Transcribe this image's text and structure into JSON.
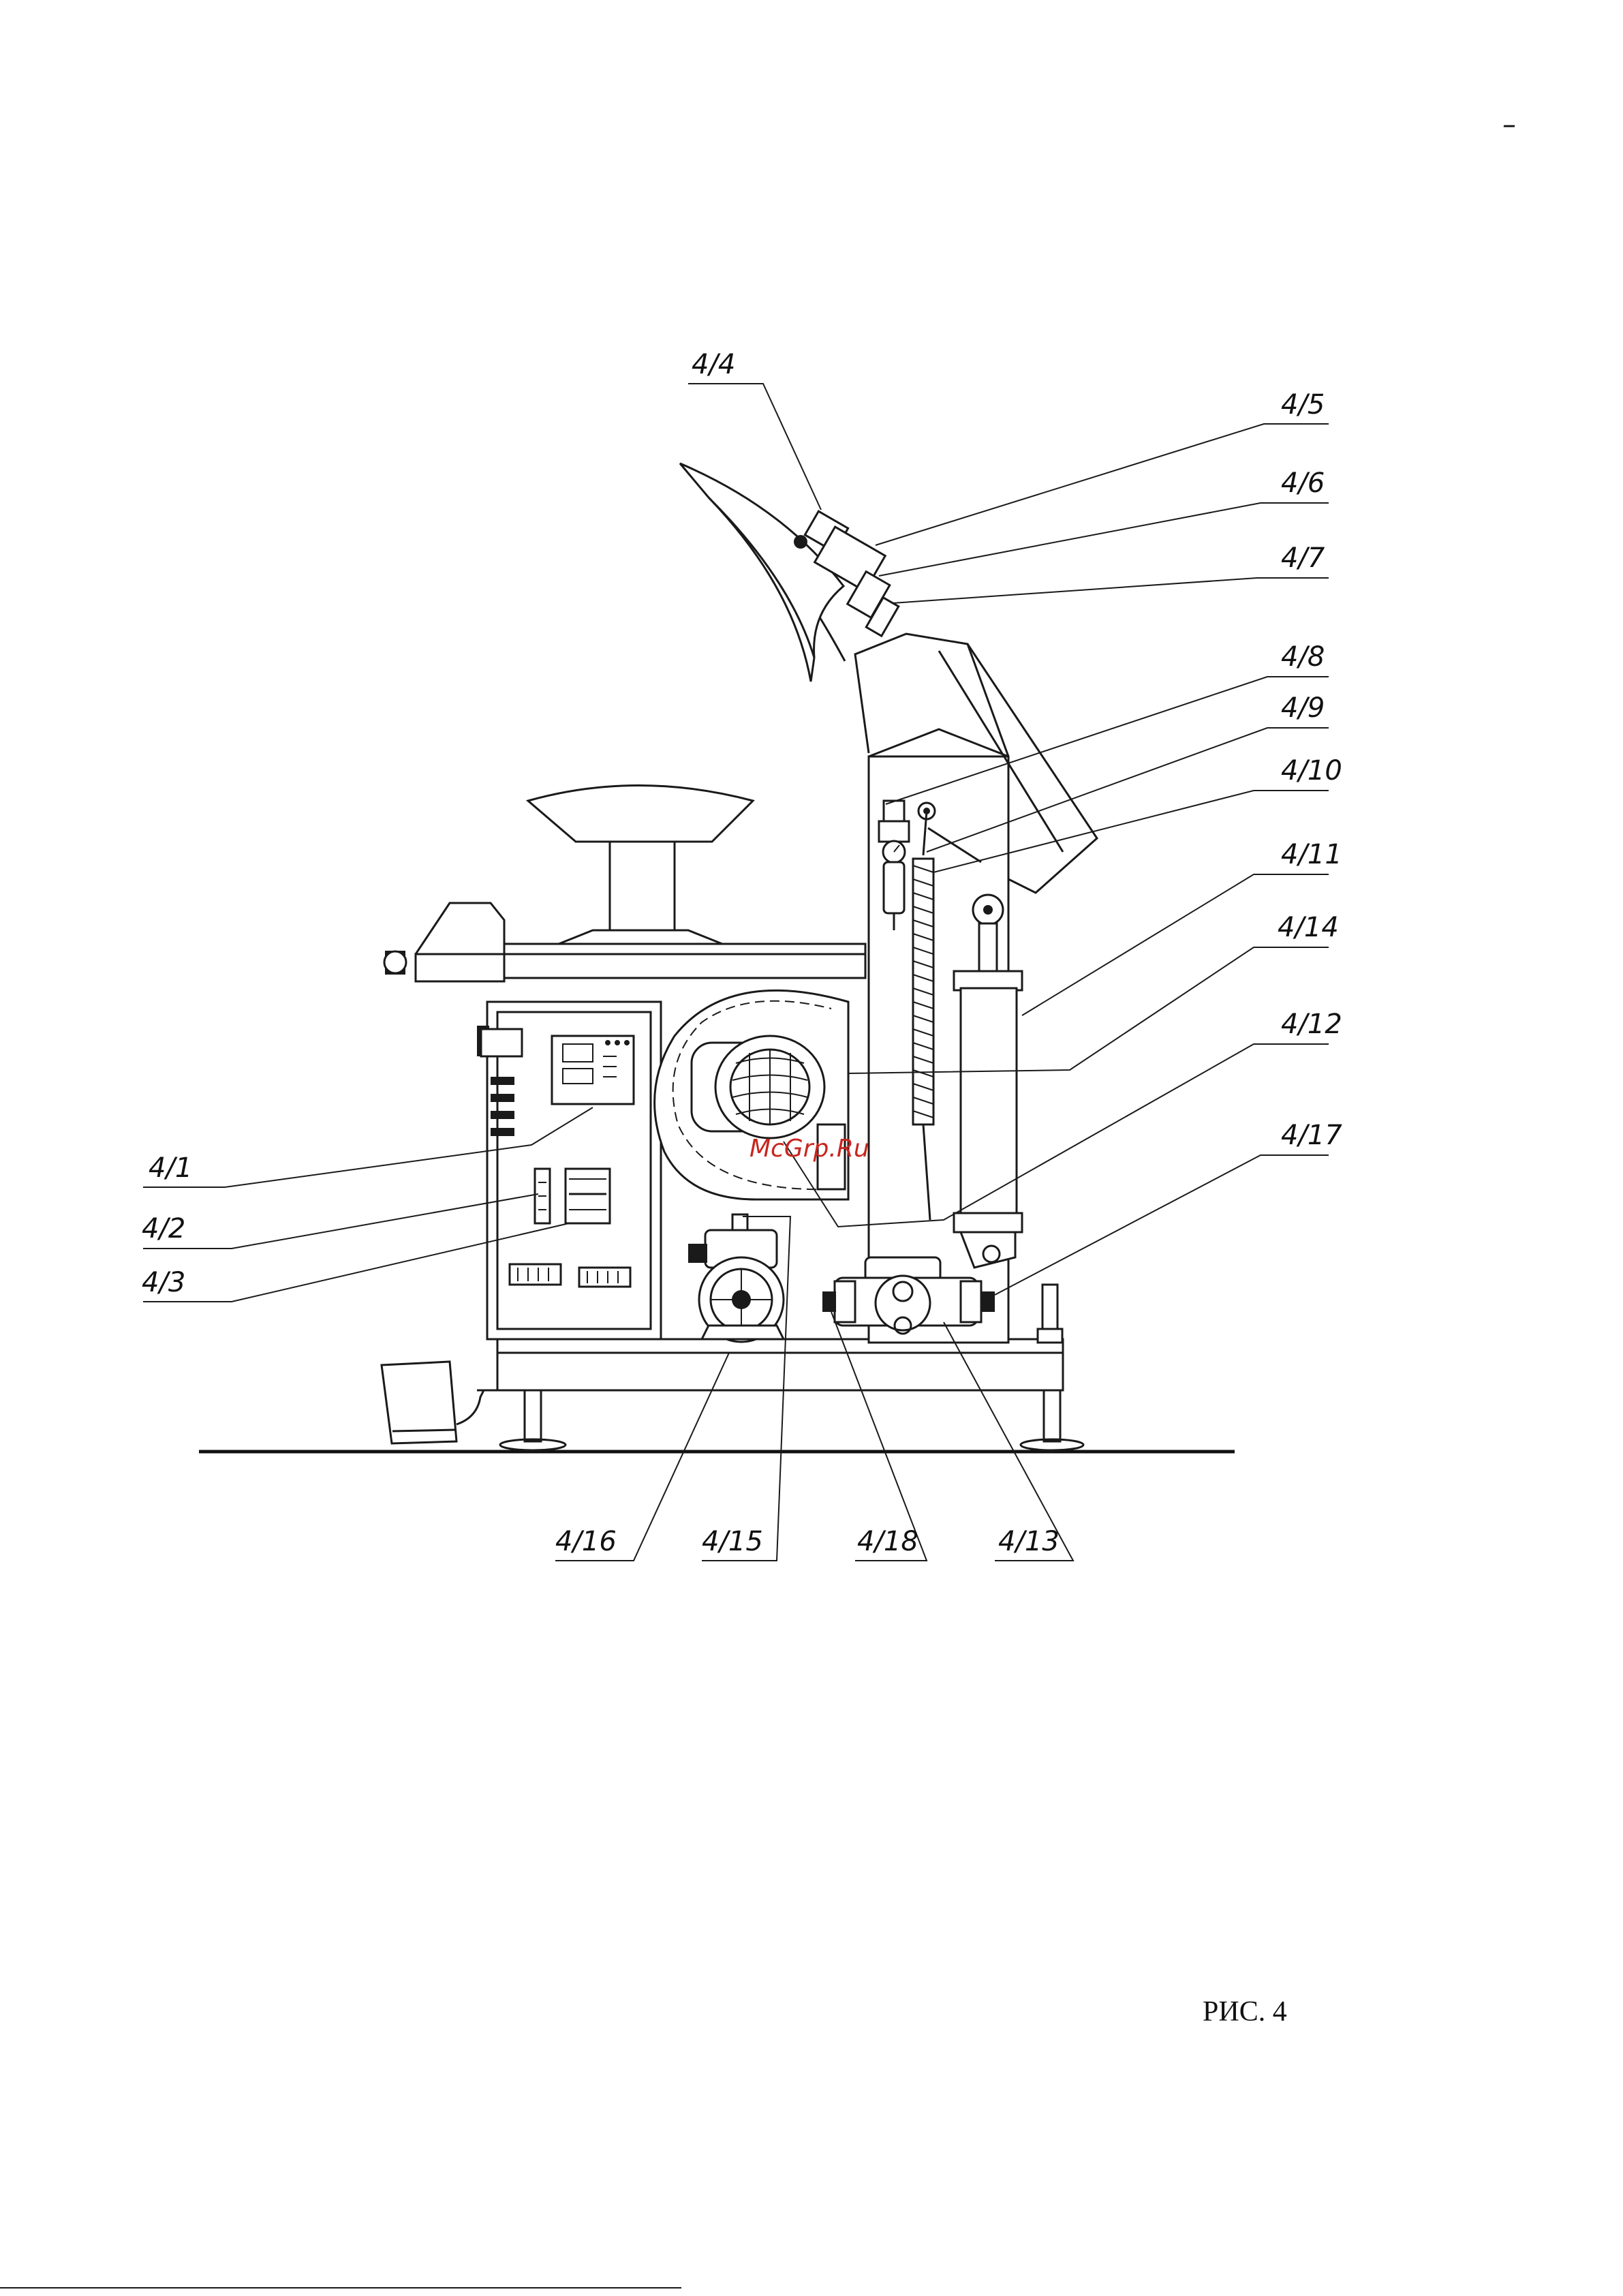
{
  "figure": {
    "caption": "РИС. 4",
    "watermark": "McGrp.Ru",
    "corner_mark": "–"
  },
  "callouts": [
    {
      "id": "4/4",
      "label": "4/4"
    },
    {
      "id": "4/5",
      "label": "4/5"
    },
    {
      "id": "4/6",
      "label": "4/6"
    },
    {
      "id": "4/7",
      "label": "4/7"
    },
    {
      "id": "4/8",
      "label": "4/8"
    },
    {
      "id": "4/9",
      "label": "4/9"
    },
    {
      "id": "4/10",
      "label": "4/10"
    },
    {
      "id": "4/11",
      "label": "4/11"
    },
    {
      "id": "4/14",
      "label": "4/14"
    },
    {
      "id": "4/12",
      "label": "4/12"
    },
    {
      "id": "4/17",
      "label": "4/17"
    },
    {
      "id": "4/1",
      "label": "4/1"
    },
    {
      "id": "4/2",
      "label": "4/2"
    },
    {
      "id": "4/3",
      "label": "4/3"
    },
    {
      "id": "4/16",
      "label": "4/16"
    },
    {
      "id": "4/15",
      "label": "4/15"
    },
    {
      "id": "4/18",
      "label": "4/18"
    },
    {
      "id": "4/13",
      "label": "4/13"
    }
  ]
}
